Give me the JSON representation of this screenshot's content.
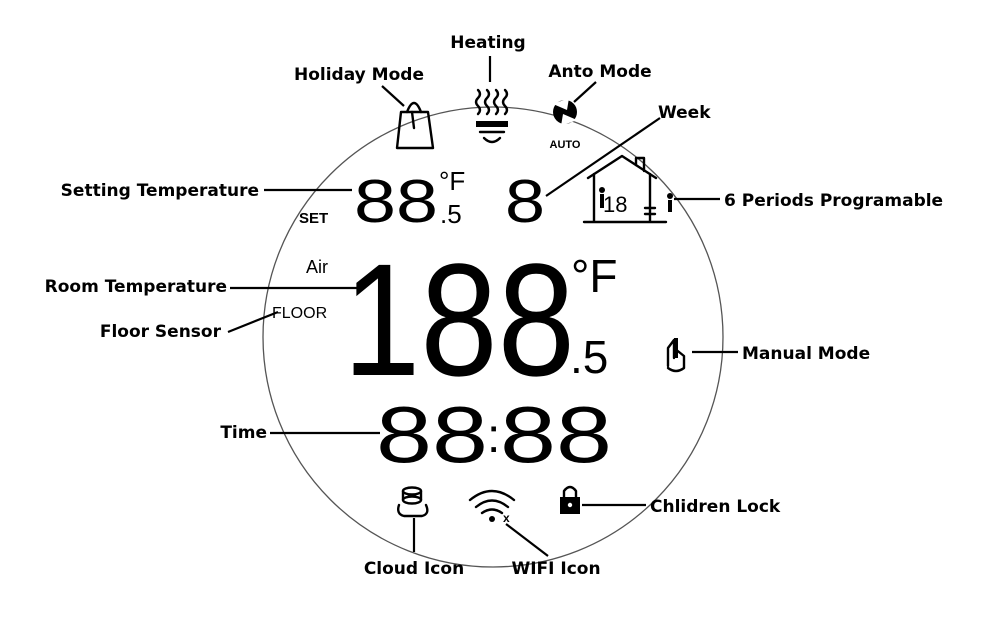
{
  "callouts": {
    "heating": "Heating",
    "holiday_mode": "Holiday Mode",
    "auto_mode": "Anto Mode",
    "week": "Week",
    "setting_temperature": "Setting Temperature",
    "six_periods": "6 Periods Programable",
    "room_temperature": "Room Temperature",
    "floor_sensor": "Floor Sensor",
    "manual_mode": "Manual Mode",
    "time": "Time",
    "children_lock": "Chlidren Lock",
    "cloud_icon": "Cloud Icon",
    "wifi_icon": "WIFI Icon"
  },
  "lcd": {
    "set_label": "SET",
    "set_digits": "88",
    "set_unit": "°F",
    "set_decimal": ".5",
    "week_digit": "8",
    "air_label": "Air",
    "floor_label": "FLOOR",
    "room_digits": "188",
    "room_unit": "°F",
    "room_decimal": ".5",
    "time_hours": "88",
    "time_colon": ":",
    "time_minutes": "88",
    "auto_label": "AUTO",
    "period_digit": "18",
    "wifi_x": "x"
  },
  "icons": [
    "bag-icon",
    "heating-icon",
    "auto-mode-icon",
    "house-period-icon",
    "hand-icon",
    "cloud-icon",
    "wifi-icon",
    "lock-icon"
  ],
  "colors": {
    "ink": "#000000",
    "background": "#ffffff"
  }
}
